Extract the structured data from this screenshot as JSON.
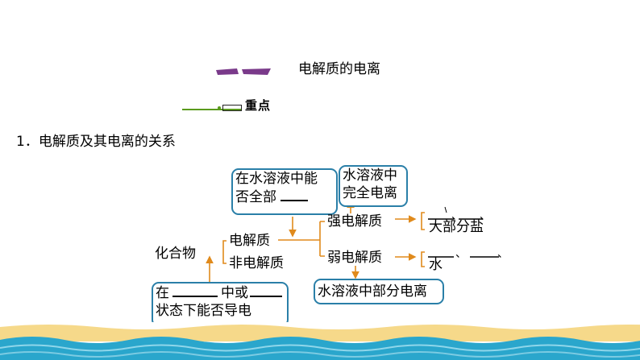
{
  "section": {
    "title": "电解质的电离"
  },
  "badge": {
    "text": "重点"
  },
  "heading": "1．电解质及其电离的关系",
  "diagram": {
    "root": "化合物",
    "electrolyte": "电解质",
    "non_electrolyte": "非电解质",
    "question_top_line1": "在水溶液中能",
    "question_top_line2": "否全部",
    "strong": "强电解质",
    "weak": "弱电解质",
    "full_ionization_line1": "水溶液中",
    "full_ionization_line2": "完全电离",
    "partial_ionization": "水溶液中部分电离",
    "strong_examples_line2": "大部分盐",
    "weak_examples_line2": "水",
    "question_bottom_line1_a": "在",
    "question_bottom_line1_b": "中或",
    "question_bottom_line2": "状态下能否导电",
    "separator": "、"
  },
  "colors": {
    "box_border": "#2a7fa8",
    "arrow": "#e08a1c",
    "accent": "#8a3a8a",
    "key_green": "#5a9a1c"
  }
}
